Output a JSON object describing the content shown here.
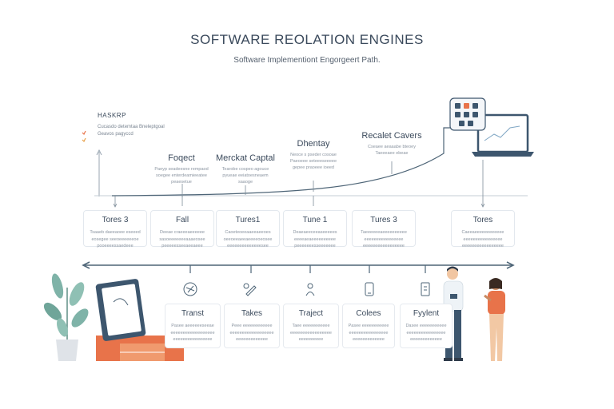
{
  "header": {
    "title": "SOFTWARE REOLATION ENGINES",
    "subtitle": "Software Implementiont Engorgeert Path."
  },
  "legend": {
    "title": "HASKRP",
    "rows": [
      "Cucasdo detemtaa Bneleptgoal",
      "Geavos pagyccd"
    ],
    "colors": [
      "#e8734a",
      "#e8a04a"
    ]
  },
  "milestones": [
    {
      "title": "Foqect",
      "lines": [
        "Paeyp seadeesne rempaod",
        "soegee enterdeamieeatee",
        "peaesetue"
      ]
    },
    {
      "title": "Merckat Captal",
      "lines": [
        "Tearobe cospeo agouce",
        "pyueae eeiatoesneaem",
        "saaoge"
      ]
    },
    {
      "title": "Dhentay",
      "lines": [
        "Neoce s pseder cosoae",
        "Paeoeee seteeeseeeee",
        "gepee praoeee ioeed"
      ]
    },
    {
      "title": "Recalet Cavers",
      "lines": [
        "Cseaee aeaaabe bteoey",
        "Taeeeaee ebeae"
      ]
    }
  ],
  "phases": [
    {
      "title": "Tores 3",
      "lines": [
        "Tsaaeb daeeaoee eseeed",
        "eosegee seeoeeeeeeoe",
        "pooeeeessaedeee"
      ]
    },
    {
      "title": "Fall",
      "lines": [
        "Deeae craeeeaeeeeee",
        "sasoeeeeeeeaaaeosee",
        "peeeeesseeaeeaeee"
      ]
    },
    {
      "title": "Tures1",
      "lines": [
        "Caoeteoeeaaeeaeeoes",
        "oeeoeeaeeaeeeeoeosee",
        "eeeeeeeeeeeeeesee"
      ]
    },
    {
      "title": "Tune 1",
      "lines": [
        "Deaeaeeceeaseeeees",
        "eeeeaeaeeeeeeeeee",
        "peeeeeeesseeeeeee"
      ]
    },
    {
      "title": "Tures 3",
      "lines": [
        "Taeeeeeeaeeeeeeeeee",
        "eeeeeeeeeeeeeeee",
        "eeeeeeeeeeeeeeeee"
      ]
    },
    {
      "title": "Tores",
      "lines": [
        "Caeeaeeeeeeeeeeee",
        "eeeeeeeeeeeeeeee",
        "eeeeeeeeeeeeeeeee"
      ]
    }
  ],
  "bottom_steps": [
    {
      "title": "Transt",
      "lines": [
        "Pasee aeeeeeeseeae",
        "eeeeeeeeeeeeeeeeee",
        "eeeeeeeeeeeeeeee"
      ]
    },
    {
      "title": "Takes",
      "lines": [
        "Peee eeeeeeeeeeee",
        "eeeeeeeeeeeeeeeeee",
        "eeeeeeeeeeeee"
      ]
    },
    {
      "title": "Traject",
      "lines": [
        "Taee eeeeeeeeeee",
        "eeeeeeeeeeeeeeeee",
        "eeeeeeeeee"
      ]
    },
    {
      "title": "Colees",
      "lines": [
        "Pasee eeeeeeeeeee",
        "eeeeeeeeeeeeeeee",
        "eeeeeeeeeeeee"
      ]
    },
    {
      "title": "Fyylent",
      "lines": [
        "Dasee eeeeeeeeeee",
        "eeeeeeeeeeeeeeee",
        "eeeeeeeeeeeee"
      ]
    }
  ],
  "colors": {
    "line": "#4e6577",
    "accent": "#e8734a",
    "plant": "#7fb3a8",
    "screen": "#3d566e"
  }
}
